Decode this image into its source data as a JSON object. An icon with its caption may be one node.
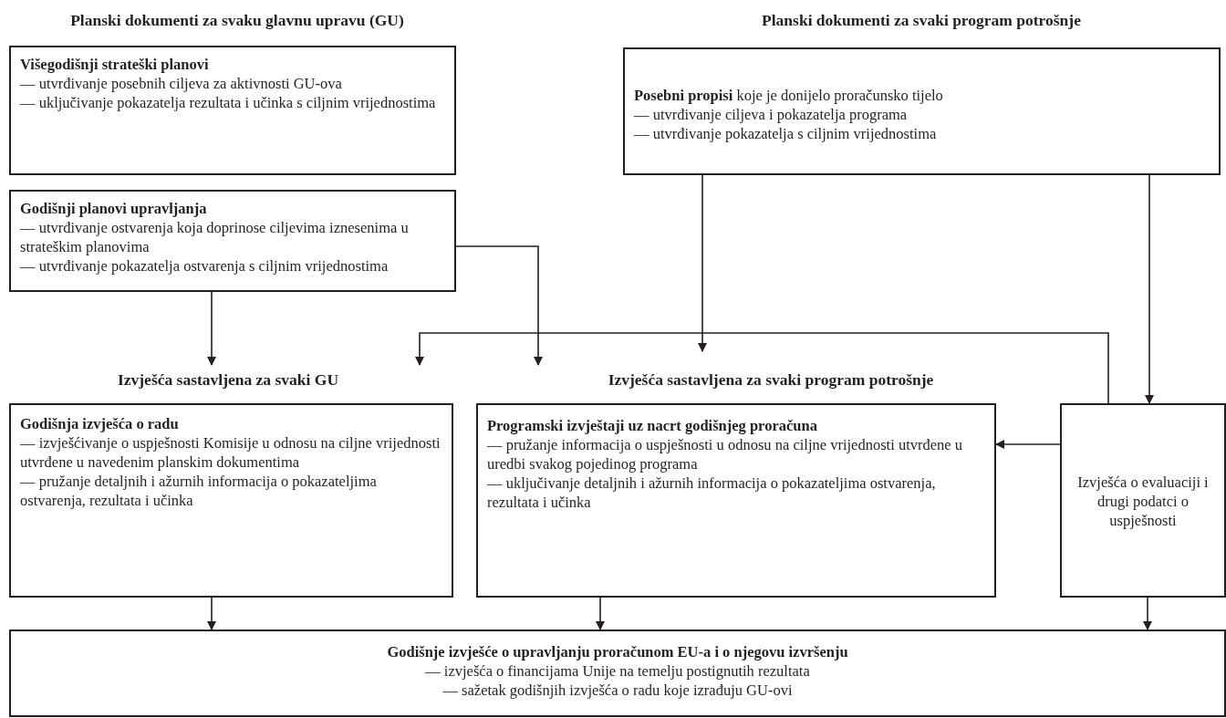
{
  "diagram": {
    "nodes": [
      {
        "text": [
          "Višegodišnji strateški planovi",
          "— utvrđivanje posebnih ciljeva za aktivnosti GU-ova",
          "— uključivanje pokazatelja rezultata i učinka s ciljnim vrijednostima"
        ]
      },
      {
        "text": [
          "Godišnji planovi upravljanja",
          "— utvrđivanje ostvarenja koja doprinose ciljevima iznesenima u strateškim planovima",
          "— utvrđivanje pokazatelja ostvarenja s ciljnim vrijednostima"
        ]
      },
      {
        "text": [
          "**Posebni propisi** koje je donijelo proračunsko tijelo",
          "— utvrđivanje ciljeva i pokazatelja programa",
          "— utvrđivanje pokazatelja s ciljnim vrijednostima"
        ]
      },
      {
        "text": [
          "Godišnja izvješća o radu",
          "— izvješćivanje o uspješnosti Komisije u odnosu na ciljne vrijednosti utvrđene u navedenim planskim dokumentima",
          "— pružanje detaljnih i ažurnih informacija o pokazateljima ostvarenja, rezultata i učinka"
        ]
      },
      {
        "text": [
          "Programski izvještaji uz nacrt godišnjeg proračuna",
          "— pružanje informacija o uspješnosti u odnosu na ciljne vrijednosti utvrđene u uredbi svakog pojedinog programa",
          "— uključivanje detaljnih i ažurnih informacija o pokazateljima ostvarenja, rezultata i učinka"
        ]
      },
      {
        "text": [
          "Izvješća o evaluaciji i drugi podatci o uspješnosti"
        ]
      },
      {
        "text": [
          "Godišnje izvješće o upravljanju proračunom EU-a i o njegovu izvršenju",
          "— izvješća o financijama Unije na temelju postignutih rezultata",
          "— sažetak godišnjih izvješća o radu koje izrađuju GU-ovi"
        ]
      }
    ],
    "edges": [
      {
        "from": 1,
        "to": 3,
        "arrow": "to"
      },
      {
        "from": 1,
        "to": 4,
        "arrow": "to"
      },
      {
        "from": 2,
        "to": 4,
        "arrow": "to"
      },
      {
        "from": 5,
        "to": 3,
        "arrow": "to"
      },
      {
        "from": 2,
        "to": 5,
        "arrow": "to"
      },
      {
        "from": 5,
        "to": 4,
        "arrow": "to"
      },
      {
        "from": 3,
        "to": 6,
        "arrow": "to"
      },
      {
        "from": 4,
        "to": 6,
        "arrow": "to"
      },
      {
        "from": 5,
        "to": 6,
        "arrow": "to"
      }
    ],
    "labels": [
      "Planski dokumenti za svaku glavnu upravu (GU)",
      "Planski dokumenti za svaki program potrošnje",
      "Izvješća sastavljena za svaki GU",
      "Izvješća sastavljena za svaki program potrošnje"
    ]
  }
}
